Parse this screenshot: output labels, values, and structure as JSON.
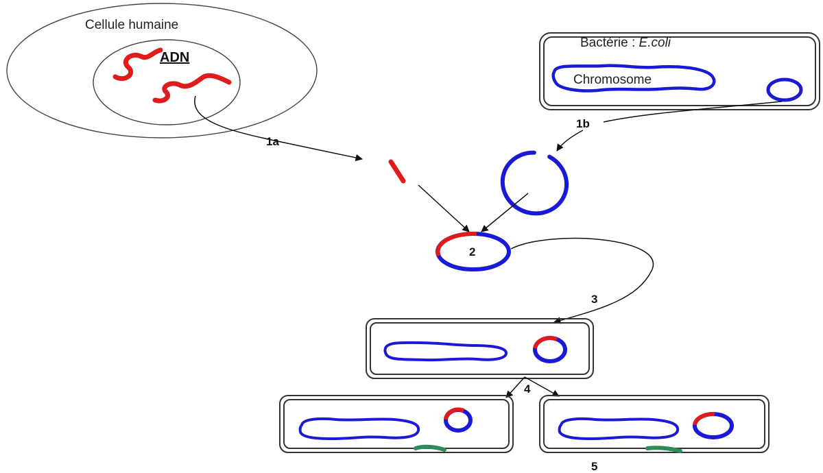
{
  "labels": {
    "human_cell": "Cellule humaine",
    "dna": "ADN",
    "bacteria_prefix": "Bactérie : ",
    "bacteria_species": "E.coli",
    "chromosome": "Chromosome"
  },
  "steps": {
    "s1a": "1a",
    "s1b": "1b",
    "s2": "2",
    "s3": "3",
    "s4": "4",
    "s5": "5"
  },
  "colors": {
    "human_dna": "#e01b1b",
    "bacterial_dna": "#1a1ad6",
    "marker": "#2e8b57",
    "outline": "#333333"
  }
}
